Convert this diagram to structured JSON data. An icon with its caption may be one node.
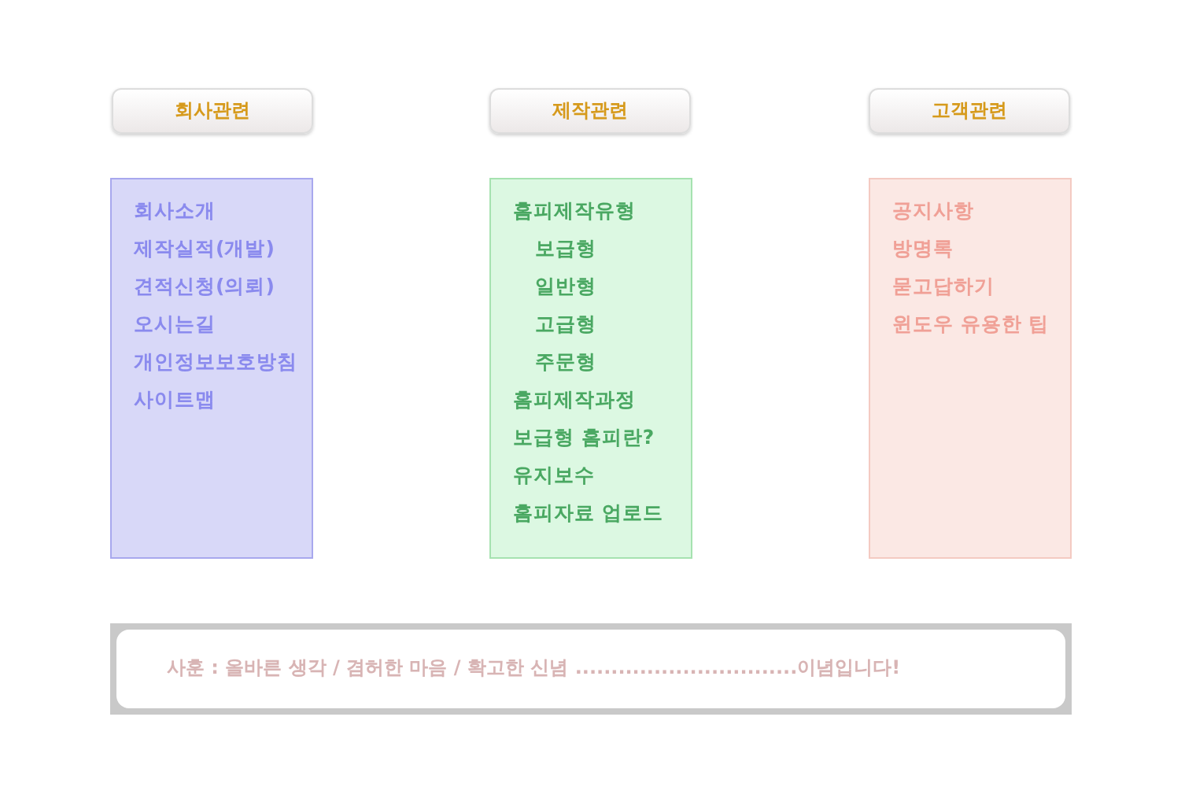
{
  "diagram": {
    "nodes": [
      {
        "text": [
          "회사관련"
        ]
      },
      {
        "text": [
          "제작관련"
        ]
      },
      {
        "text": [
          "고객관련"
        ]
      },
      {
        "text": [
          "회사소개",
          "제작실적(개발)",
          "견적신청(의뢰)",
          "오시는길",
          "개인정보보호방침",
          "사이트맵"
        ]
      },
      {
        "text": [
          "홈피제작유형",
          "보급형",
          "일반형",
          "고급형",
          "주문형",
          "홈피제작과정",
          "보급형 홈피란?",
          "유지보수",
          "홈피자료 업로드"
        ]
      },
      {
        "text": [
          "공지사항",
          "방명록",
          "묻고답하기",
          "윈도우 유용한 팁"
        ]
      },
      {
        "text": [
          "사훈 : 올바른 생각 / 겸허한 마음 / 확고한 신념 ...............................이념입니다!"
        ]
      }
    ]
  }
}
